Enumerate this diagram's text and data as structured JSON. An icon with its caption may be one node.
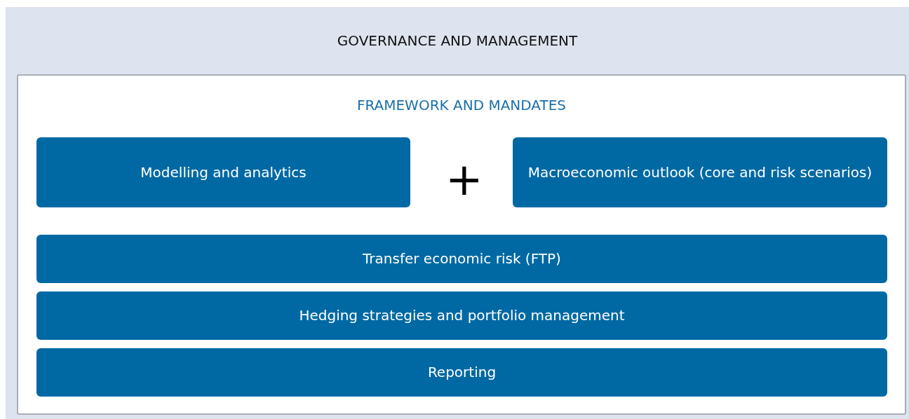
{
  "diagram": {
    "nodes": [
      {
        "text": [
          "GOVERNANCE AND MANAGEMENT"
        ]
      },
      {
        "text": [
          "FRAMEWORK AND MANDATES"
        ],
        "in": 0
      },
      {
        "text": [
          "Modelling and analytics"
        ],
        "in": 1
      },
      {
        "text": [
          "Macroeconomic outlook (core and risk scenarios)"
        ],
        "in": 1
      },
      {
        "text": [
          "Transfer economic risk (FTP)"
        ],
        "in": 1
      },
      {
        "text": [
          "Hedging strategies and portfolio management"
        ],
        "in": 1
      },
      {
        "text": [
          "Reporting"
        ],
        "in": 1
      }
    ],
    "labels": [
      "+"
    ]
  }
}
